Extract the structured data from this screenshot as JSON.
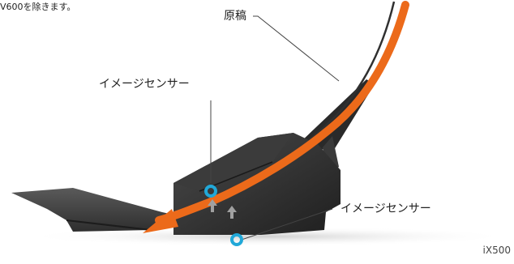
{
  "note": "V600を除きます。",
  "labels": {
    "document": "原稿",
    "sensor_upper": "イメージセンサー",
    "sensor_lower": "イメージセンサー"
  },
  "model": "iX500",
  "colors": {
    "paper_path": "#ec6a1a",
    "sensor_marker": "#21a8d8",
    "scanner_body": "#333333",
    "leader_line": "#444444"
  }
}
